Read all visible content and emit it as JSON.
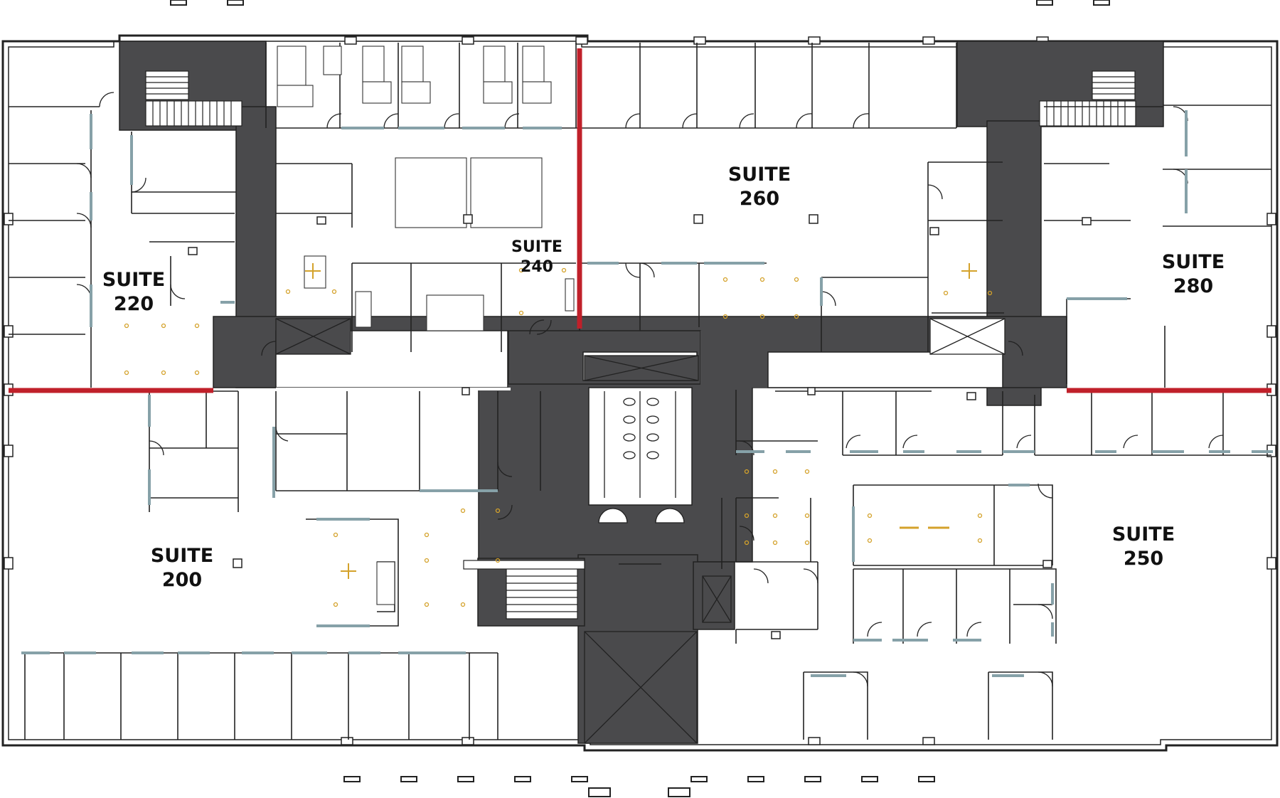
{
  "plan": {
    "colors": {
      "background": "#ffffff",
      "core": "#4a4a4c",
      "wall": "#222222",
      "demising_line": "#c0202a",
      "glazing": "#86a1a8",
      "fixture": "#d4a22b"
    },
    "suites": [
      {
        "id": "suite-200",
        "line1": "SUITE",
        "line2": "200"
      },
      {
        "id": "suite-220",
        "line1": "SUITE",
        "line2": "220"
      },
      {
        "id": "suite-240",
        "line1": "SUITE",
        "line2": "240"
      },
      {
        "id": "suite-250",
        "line1": "SUITE",
        "line2": "250"
      },
      {
        "id": "suite-260",
        "line1": "SUITE",
        "line2": "260"
      },
      {
        "id": "suite-280",
        "line1": "SUITE",
        "line2": "280"
      }
    ]
  }
}
